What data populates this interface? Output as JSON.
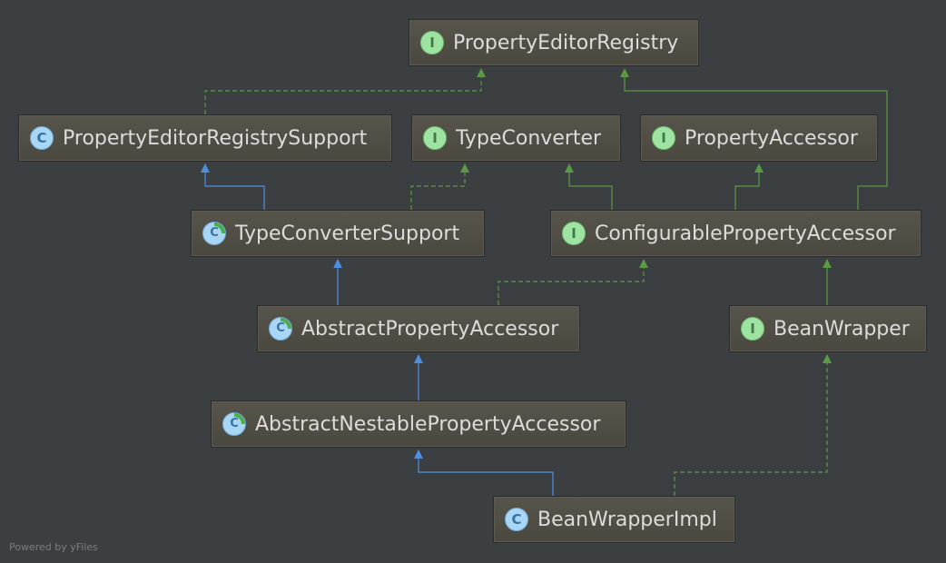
{
  "nodes": {
    "propertyEditorRegistry": {
      "label": "PropertyEditorRegistry",
      "icon": "I",
      "kind": "interface"
    },
    "propertyEditorRegistrySupport": {
      "label": "PropertyEditorRegistrySupport",
      "icon": "C",
      "kind": "class"
    },
    "typeConverter": {
      "label": "TypeConverter",
      "icon": "I",
      "kind": "interface"
    },
    "propertyAccessor": {
      "label": "PropertyAccessor",
      "icon": "I",
      "kind": "interface"
    },
    "typeConverterSupport": {
      "label": "TypeConverterSupport",
      "icon": "C",
      "kind": "abstract"
    },
    "configurablePropertyAccessor": {
      "label": "ConfigurablePropertyAccessor",
      "icon": "I",
      "kind": "interface"
    },
    "abstractPropertyAccessor": {
      "label": "AbstractPropertyAccessor",
      "icon": "C",
      "kind": "abstract"
    },
    "beanWrapper": {
      "label": "BeanWrapper",
      "icon": "I",
      "kind": "interface"
    },
    "abstractNestablePropertyAccessor": {
      "label": "AbstractNestablePropertyAccessor",
      "icon": "C",
      "kind": "abstract"
    },
    "beanWrapperImpl": {
      "label": "BeanWrapperImpl",
      "icon": "C",
      "kind": "class"
    }
  },
  "colors": {
    "background": "#3c3f41",
    "implements_edge": "#5a9a44",
    "extends_edge": "#4f8fe0"
  },
  "footer": "Powered by yFiles"
}
